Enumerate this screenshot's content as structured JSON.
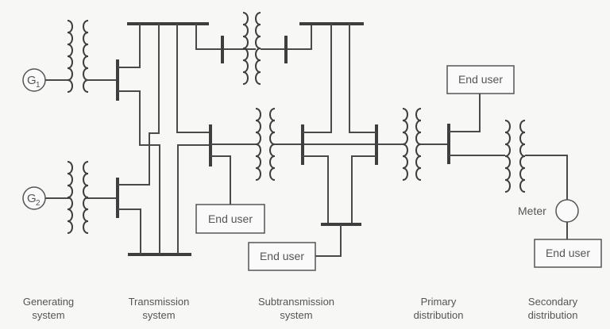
{
  "diagram": {
    "generators": [
      {
        "letter": "G",
        "subscript": "1"
      },
      {
        "letter": "G",
        "subscript": "2"
      }
    ],
    "end_user_label": "End user",
    "meter_label": "Meter",
    "end_users": [
      {
        "id": "transmission-end-user",
        "label": "End user"
      },
      {
        "id": "subtransmission-end-user",
        "label": "End user"
      },
      {
        "id": "primary-end-user",
        "label": "End user"
      },
      {
        "id": "secondary-end-user",
        "label": "End user"
      }
    ],
    "stages": [
      {
        "line1": "Generating",
        "line2": "system"
      },
      {
        "line1": "Transmission",
        "line2": "system"
      },
      {
        "line1": "Subtransmission",
        "line2": "system"
      },
      {
        "line1": "Primary",
        "line2": "distribution"
      },
      {
        "line1": "Secondary",
        "line2": "distribution"
      }
    ]
  }
}
